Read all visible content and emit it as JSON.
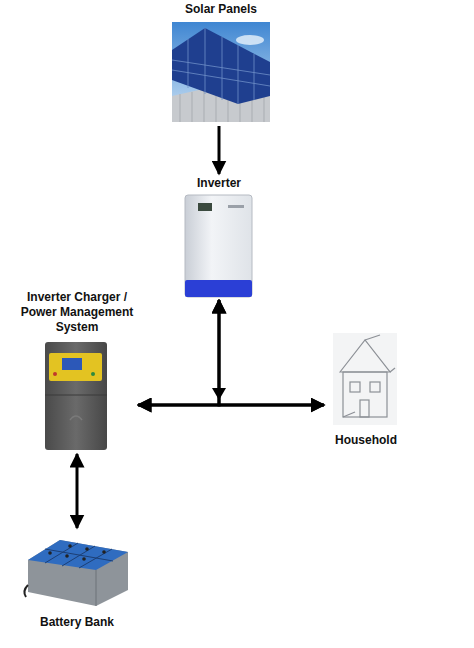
{
  "diagram": {
    "nodes": [
      {
        "text": [
          "Solar Panels"
        ]
      },
      {
        "text": [
          "Inverter"
        ]
      },
      {
        "text": [
          "Inverter Charger / Power Management System"
        ]
      },
      {
        "text": [
          "Household"
        ]
      },
      {
        "text": [
          "Battery Bank"
        ]
      }
    ],
    "edges": [
      {
        "from": 0,
        "to": 1,
        "arrow": "to"
      },
      {
        "from": 1,
        "to": 2,
        "arrow": "both"
      },
      {
        "from": 1,
        "to": 3,
        "arrow": "both"
      },
      {
        "from": 2,
        "to": 3,
        "arrow": "both"
      },
      {
        "from": 2,
        "to": 4,
        "arrow": "both"
      }
    ]
  }
}
